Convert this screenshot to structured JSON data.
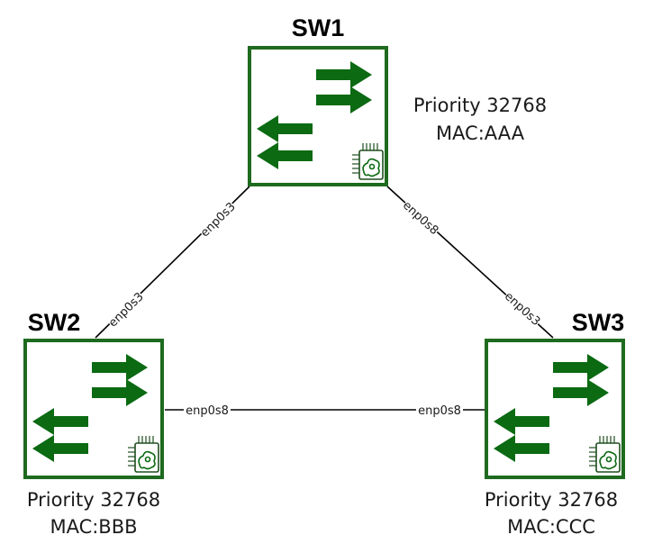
{
  "switches": {
    "sw1": {
      "name": "SW1",
      "priority": "Priority 32768",
      "mac": "MAC:AAA",
      "icon": "network-switch-icon"
    },
    "sw2": {
      "name": "SW2",
      "priority": "Priority 32768",
      "mac": "MAC:BBB",
      "icon": "network-switch-icon"
    },
    "sw3": {
      "name": "SW3",
      "priority": "Priority 32768",
      "mac": "MAC:CCC",
      "icon": "network-switch-icon"
    }
  },
  "links": {
    "sw1_sw2": {
      "a_port": "enp0s3",
      "b_port": "enp0s3"
    },
    "sw1_sw3": {
      "a_port": "enp0s8",
      "b_port": "enp0s3"
    },
    "sw2_sw3": {
      "a_port": "enp0s8",
      "b_port": "enp0s8"
    }
  },
  "colors": {
    "switch_border": "#1e6a1e",
    "arrow": "#0b6a12",
    "link": "#000000"
  }
}
